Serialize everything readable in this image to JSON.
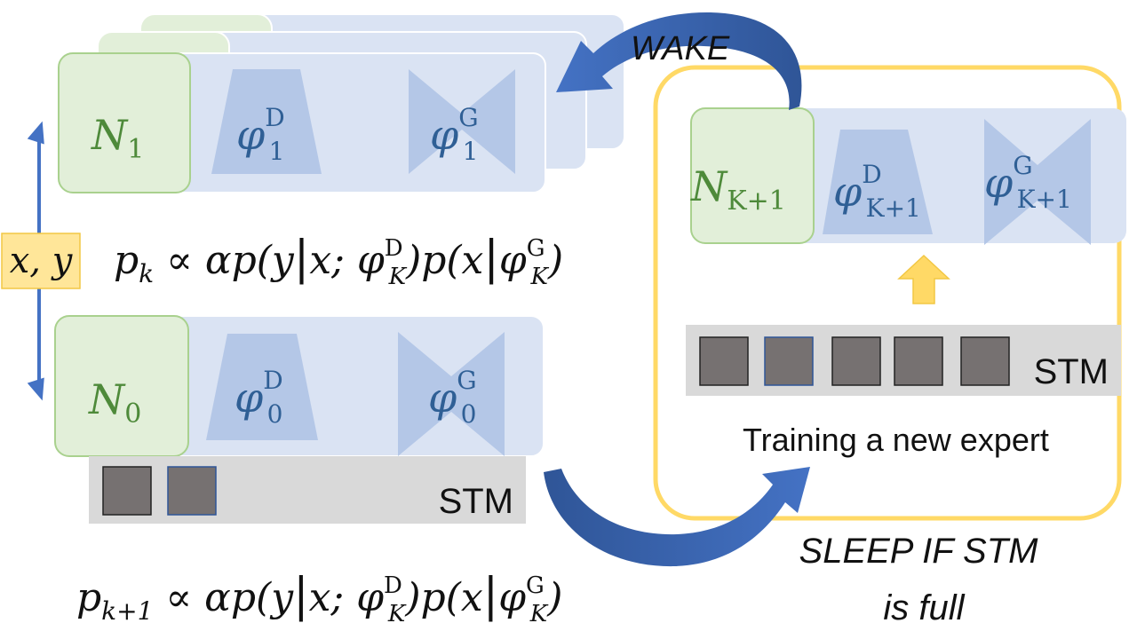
{
  "colors": {
    "panel": "#dae3f3",
    "panel_stroke": "#ffffff",
    "node_fill": "#e2efd9",
    "node_stroke": "#a9d18e",
    "model_shape": "#b4c7e7",
    "stm_bar": "#d9d9d9",
    "memory_block": "#767171",
    "arrow_blue": "#4472c4",
    "arrow_dark": "#2f5597",
    "xy_box": "#ffe699",
    "outline_yellow": "#ffd966",
    "up_arrow": "#ffd966"
  },
  "experts": [
    {
      "node_base": "N",
      "node_sub": "1",
      "disc_base": "φ",
      "disc_sup": "D",
      "disc_sub": "1",
      "gen_base": "φ",
      "gen_sup": "G",
      "gen_sub": "1"
    },
    {
      "node_base": "N",
      "node_sub": "0",
      "disc_base": "φ",
      "disc_sup": "D",
      "disc_sub": "0",
      "gen_base": "φ",
      "gen_sup": "G",
      "gen_sub": "0"
    }
  ],
  "new_expert": {
    "node_base": "N",
    "node_sub": "K+1",
    "disc_base": "φ",
    "disc_sup": "D",
    "disc_sub": "K+1",
    "gen_base": "φ",
    "gen_sup": "G",
    "gen_sub": "K+1"
  },
  "input_label": "x, y",
  "formula_top": {
    "lhs": "p",
    "lhs_sub": "k",
    "rhs_a": " ∝ αp(y",
    "bar": "|",
    "rhs_b": "x; φ",
    "sup1": "D",
    "sub1": "K",
    "rhs_c": ")p(x",
    "bar2": "|",
    "rhs_d": "φ",
    "sup2": "G",
    "sub2": "K",
    "rhs_e": ")"
  },
  "formula_bottom": {
    "lhs": "p",
    "lhs_sub": "k+1",
    "rhs_a": " ∝ αp(y",
    "bar": "|",
    "rhs_b": "x; φ",
    "sup1": "D",
    "sub1": "K",
    "rhs_c": ")p(x",
    "bar2": "|",
    "rhs_d": "φ",
    "sup2": "G",
    "sub2": "K",
    "rhs_e": ")"
  },
  "stm_left": {
    "label": "STM",
    "blocks": 2
  },
  "stm_right": {
    "label": "STM",
    "blocks": 5
  },
  "wake_label": "WAKE",
  "sleep_label_line1": "SLEEP IF STM",
  "sleep_label_line2": "is full",
  "training_label": "Training a new expert"
}
